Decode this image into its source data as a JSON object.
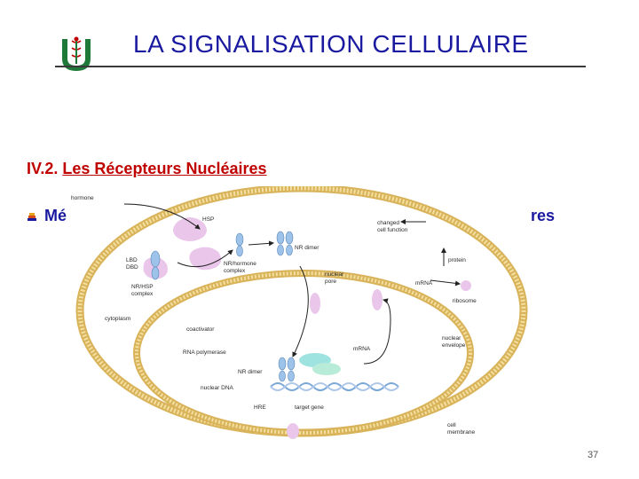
{
  "slide": {
    "title": "LA SIGNALISATION CELLULAIRE",
    "section_number": "IV.2.",
    "section_title": "Les Récepteurs Nucléaires",
    "bullet_start": "Mé",
    "bullet_end": "res",
    "page_number": "37"
  },
  "diagram": {
    "labels": {
      "hormone": "hormone",
      "hsp": "HSP",
      "nr_dimer": "NR dimer",
      "changed_cell_function_1": "changed",
      "changed_cell_function_2": "cell function",
      "lbd": "LBD",
      "dbd": "DBD",
      "nr_hormone_1": "NR/hormone",
      "nr_hormone_2": "complex",
      "nr_hsp_1": "NR/HSP",
      "nr_hsp_2": "complex",
      "nuclear_pore_1": "nuclear",
      "nuclear_pore_2": "pore",
      "protein": "protein",
      "mrna_top": "mRNA",
      "ribosome": "ribosome",
      "cytoplasm": "cytoplasm",
      "coactivator": "coactivator",
      "rna_polymerase": "RNA polymerase",
      "mrna_bottom": "mRNA",
      "nuclear_envelope_1": "nuclear",
      "nuclear_envelope_2": "envelope",
      "nr_dimer_bottom": "NR dimer",
      "nuclear_dna": "nuclear DNA",
      "hre": "HRE",
      "target_gene": "target gene",
      "cell_membrane_1": "cell",
      "cell_membrane_2": "membrane"
    }
  },
  "colors": {
    "title": "#1a1aa0",
    "section": "#c00000",
    "membrane": "#e2c36a",
    "receptor": "#9ec3ea",
    "hsp": "#e9c6ea"
  }
}
